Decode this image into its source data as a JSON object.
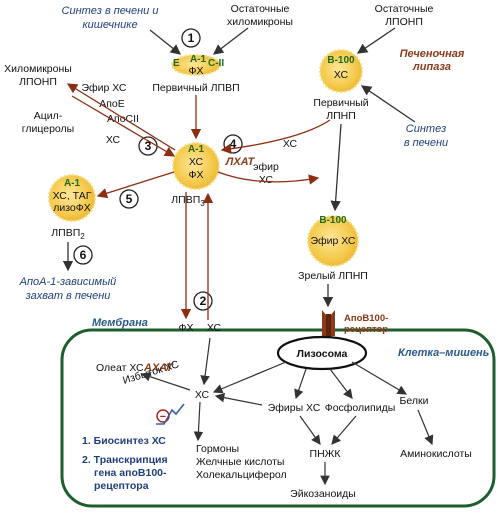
{
  "top": {
    "synth_liver_intestine": [
      "Синтез в печени и",
      "кишечнике"
    ],
    "residual_chylomicrons": [
      "Остаточные",
      "хиломикроны"
    ],
    "residual_vldl": [
      "Остаточные",
      "ЛПОНП"
    ],
    "chylomicrons_vldl": [
      "Хиломикроны",
      "ЛПОНП"
    ],
    "hepatic_lipase": [
      "Печеночная",
      "липаза"
    ],
    "synth_liver": [
      "Синтез",
      "в печени"
    ]
  },
  "particles": {
    "primary_hdl": {
      "label": "Первичный ЛПВП",
      "apo_left": "E",
      "apo_mid": "А-1",
      "apo_right": "C-II",
      "core": "ФХ"
    },
    "primary_ldl": {
      "label": [
        "Первичный",
        "ЛПНП"
      ],
      "apo": "В-100",
      "core": "ХС"
    },
    "hdl3": {
      "label_main": "ЛПВП",
      "label_sub": "3",
      "apo": "А-1",
      "core": [
        "ХС",
        "ФХ"
      ]
    },
    "hdl2": {
      "label_main": "ЛПВП",
      "label_sub": "2",
      "apo": "А-1",
      "core": [
        "ХС, ТАГ",
        "лизоФХ"
      ]
    },
    "mature_ldl": {
      "label": "Зрелый ЛПНП",
      "apo": "В-100",
      "core": "Эфир ХС"
    }
  },
  "transfers": {
    "ester_xc": "Эфир ХС",
    "apoe": "АпоЕ",
    "apocii": "АпоСII",
    "acylglycerols": [
      "Ацил-",
      "глицеролы"
    ],
    "xc_left": "ХС",
    "xc_right": "ХС",
    "lhat": "ЛХАТ",
    "ester_xc_right": [
      "эфир",
      "ХС"
    ],
    "apoA_capture": [
      "АпоА-1-зависимый",
      "захват в печени"
    ]
  },
  "steps": [
    "1",
    "2",
    "3",
    "4",
    "5",
    "6"
  ],
  "cell": {
    "membrane": "Мембрана",
    "target_cell": "Клетка–мишень",
    "receptor": [
      "АпоВ100-",
      "рецептор"
    ],
    "fx": "ФХ",
    "xc": "ХС",
    "lysosome": "Лизосома",
    "oleate": "Олеат ХС",
    "ahat": "АХАТ",
    "excess": "Избыток ХС",
    "xc_center": "ХС",
    "esters": "Эфиры ХС",
    "phospholipids": "Фосфолипиды",
    "proteins": "Белки",
    "pufa": "ПНЖК",
    "amino": "Аминокислоты",
    "eicosanoids": "Эйкозаноиды",
    "hormones": [
      "Гормоны",
      "Желчные кислоты",
      "Холекальциферол"
    ],
    "effects": [
      "1. Биосинтез ХС",
      "2. Транскрипция",
      "гена апоВ100-",
      "рецептора"
    ],
    "minus": "−"
  },
  "colors": {
    "particle_fill": "#f4c94a",
    "particle_edge": "#f7dc7d",
    "arrow_brown": "#8b2e12",
    "arrow_gray": "#333333",
    "membrane_green": "#1e5e2e",
    "receptor_brown": "#8b3a1a"
  }
}
